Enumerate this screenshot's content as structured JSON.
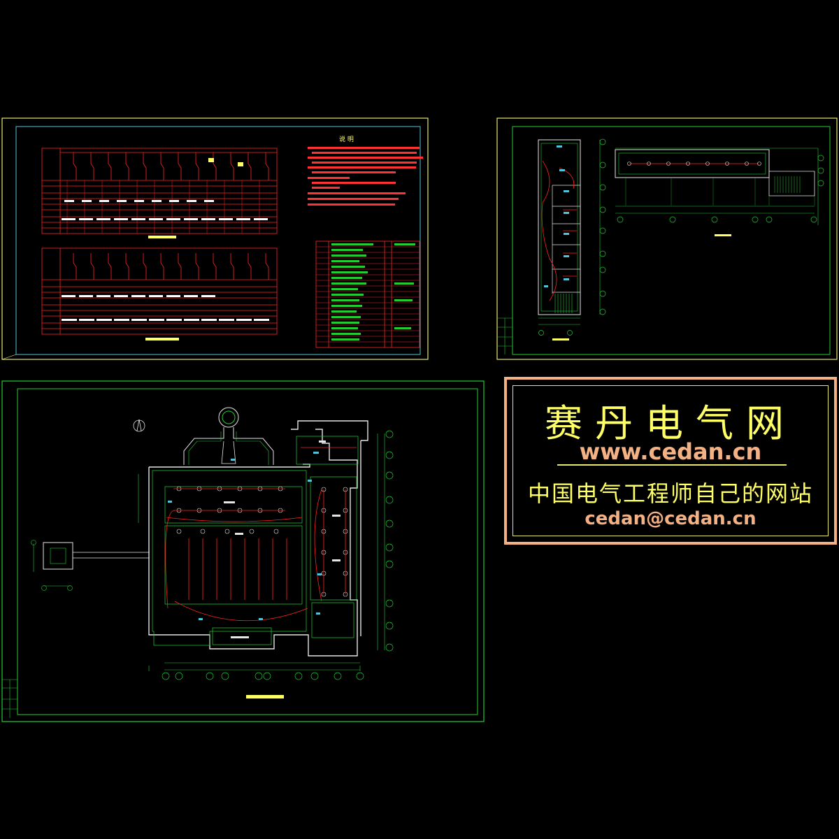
{
  "brand": {
    "title": "赛丹电气网",
    "url": "www.cedan.cn",
    "slogan": "中国电气工程师自己的网站",
    "email": "cedan@cedan.cn"
  },
  "colors": {
    "background": "#000000",
    "frame_yellow": "#e8e86a",
    "frame_cyan": "#4fc3d9",
    "frame_green": "#22cc33",
    "drawing_red": "#ff2222",
    "drawing_white": "#e6e6e6",
    "brand_orange": "#f4b183",
    "brand_yellow": "#ffff66"
  },
  "sheets": {
    "system_diagram": {
      "notes_heading": "说 明"
    },
    "wing_plan": {},
    "ground_plan": {}
  }
}
